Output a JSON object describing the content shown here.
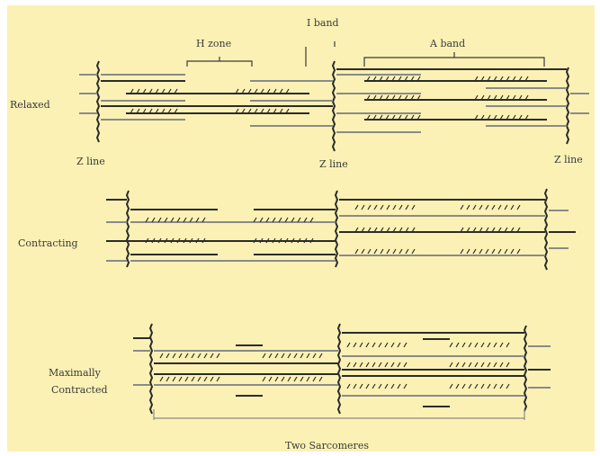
{
  "labels": {
    "h_zone": "H zone",
    "i_band": "I band",
    "a_band": "A band",
    "z_line_left": "Z line",
    "z_line_middle": "Z line",
    "z_line_right": "Z line",
    "relaxed": "Relaxed",
    "contracting": "Contracting",
    "maximally_line1": "Maximally",
    "maximally_line2": "Contracted",
    "footer": "Two Sarcomeres"
  },
  "colors": {
    "background": "#fbf1b4",
    "page": "#ffffff",
    "thick_filament": "#2b2b2b",
    "thin_filament": "#8a8a8a",
    "z_line": "#2b2b2b",
    "text": "#3a3a3a"
  },
  "states": [
    {
      "name": "relaxed",
      "label_key": "relaxed"
    },
    {
      "name": "contracting",
      "label_key": "contracting"
    },
    {
      "name": "maximally-contracted",
      "label_key": "maximally"
    }
  ],
  "series_note_none": ""
}
